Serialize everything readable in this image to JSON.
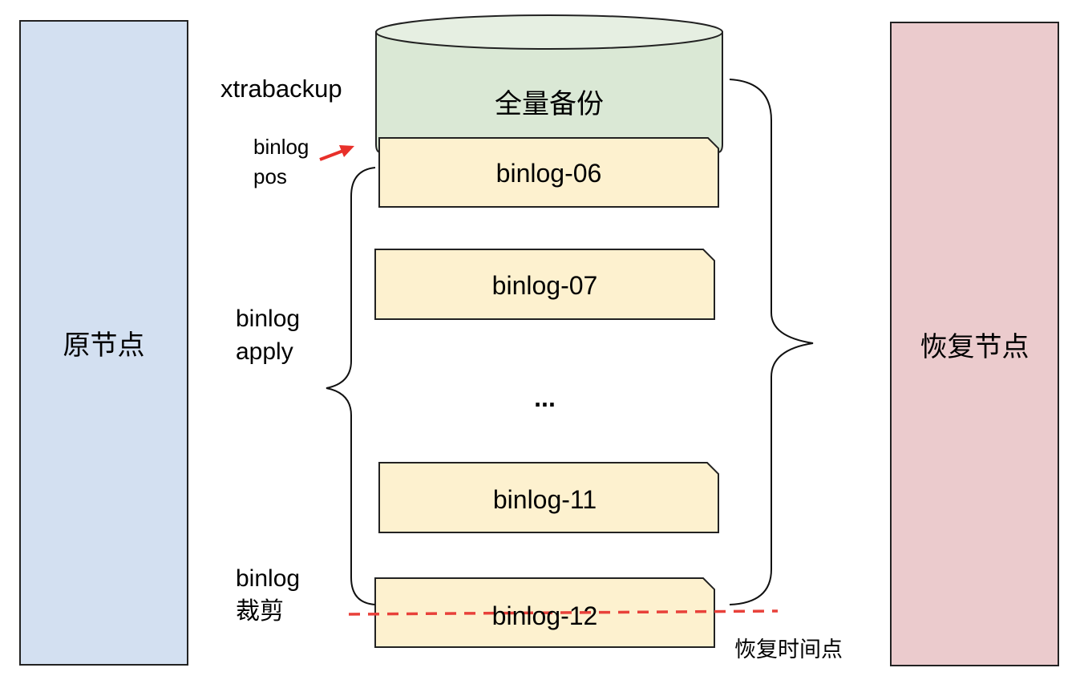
{
  "colors": {
    "source_node_fill": "#d3e0f1",
    "restore_node_fill": "#ebcbcd",
    "backup_fill": "#dae8d5",
    "binlog_fill": "#fdf1cf",
    "outline": "#222222",
    "cut_line": "#e8413a",
    "arrow": "#e8302a"
  },
  "nodes": {
    "source": "原节点",
    "restore": "恢复节点"
  },
  "backup": {
    "label": "全量备份",
    "tool_label": "xtrabackup"
  },
  "binlog_pos": {
    "line1": "binlog",
    "line2": "pos"
  },
  "binlog_apply": {
    "line1": "binlog",
    "line2": "apply"
  },
  "binlog_trim": {
    "line1": "binlog",
    "line2": "裁剪"
  },
  "binlogs": [
    {
      "label": "binlog-06"
    },
    {
      "label": "binlog-07"
    },
    {
      "label": "..."
    },
    {
      "label": "binlog-11"
    },
    {
      "label": "binlog-12"
    }
  ],
  "restore_point_label": "恢复时间点"
}
